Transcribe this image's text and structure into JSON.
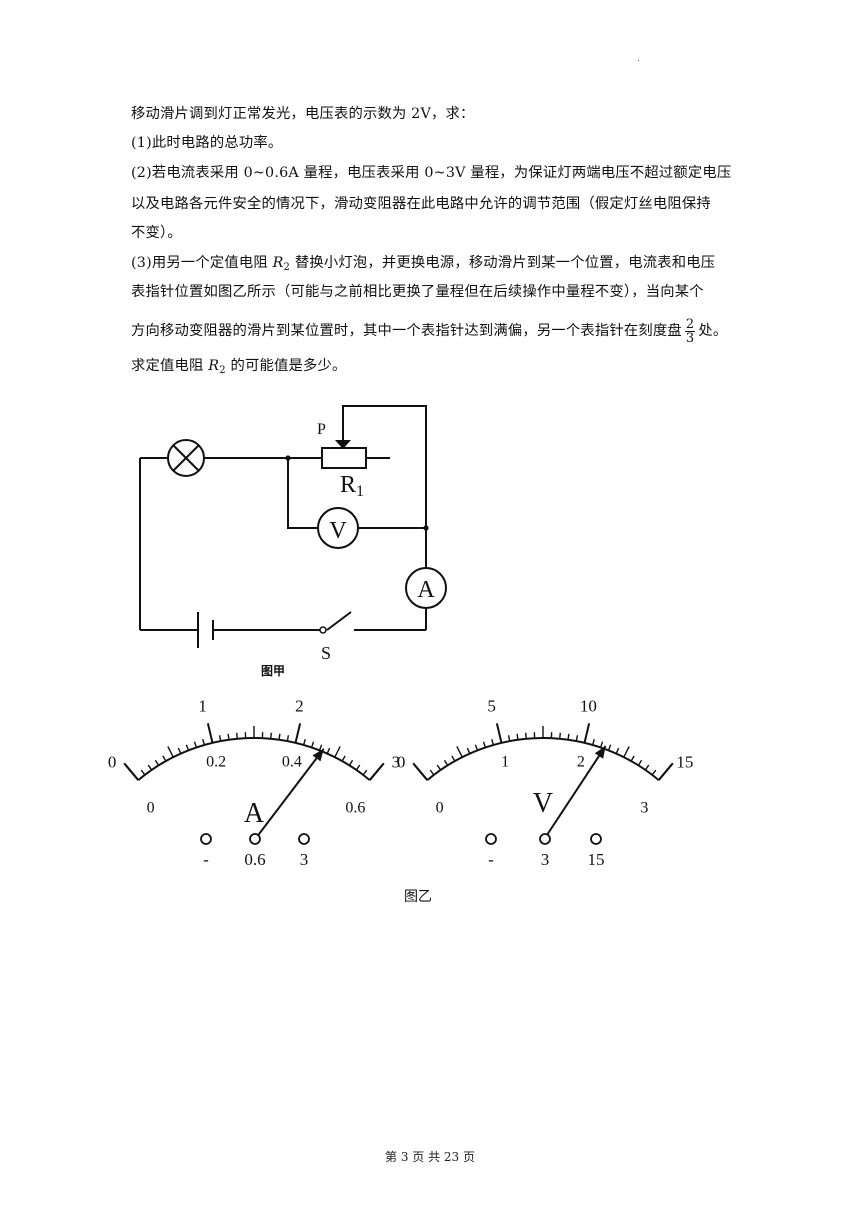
{
  "header_mark": "·",
  "intro_line": "移动滑片调到灯正常发光，电压表的示数为 2V，求：",
  "q1": "(1)此时电路的总功率。",
  "q2": {
    "line1": "(2)若电流表采用 0~0.6A 量程，电压表采用 0~3V 量程，为保证灯两端电压不超过额定电压",
    "line2": "以及电路各元件安全的情况下，滑动变阻器在此电路中允许的调节范围（假定灯丝电阻保持",
    "line3": "不变）。"
  },
  "q3": {
    "line1_prefix": "(3)用另一个定值电阻 ",
    "r_symbol": "R",
    "r_sub": "2",
    "line1_suffix": " 替换小灯泡，并更换电源，移动滑片到某一个位置，电流表和电压",
    "line2": "表指针位置如图乙所示（可能与之前相比更换了量程但在后续操作中量程不变），当向某个",
    "line3_prefix": "方向移动变阻器的滑片到某位置时，其中一个表指针达到满偏，另一个表指针在刻度盘",
    "frac_num": "2",
    "frac_den": "3",
    "line3_suffix": "处。",
    "line4_prefix": "求定值电阻 ",
    "line4_suffix": " 的可能值是多少。"
  },
  "circuit": {
    "label_p": "P",
    "label_r": "R",
    "label_r_sub": "1",
    "label_v": "V",
    "label_a": "A",
    "label_s": "S",
    "caption": "图甲"
  },
  "ammeter": {
    "upper_ticks": [
      "0",
      "1",
      "2",
      "3"
    ],
    "lower_ticks": [
      "0",
      "0.2",
      "0.4",
      "0.6"
    ],
    "symbol": "A",
    "terminals": [
      "-",
      "0.6",
      "3"
    ],
    "reading_fraction": 0.78
  },
  "voltmeter": {
    "upper_ticks": [
      "0",
      "5",
      "10",
      "15"
    ],
    "lower_ticks": [
      "0",
      "1",
      "2",
      "3"
    ],
    "symbol": "V",
    "terminals": [
      "-",
      "3",
      "15"
    ],
    "reading_fraction": 0.75
  },
  "figure2_caption": "图乙",
  "footer": "第 3 页 共 23 页"
}
